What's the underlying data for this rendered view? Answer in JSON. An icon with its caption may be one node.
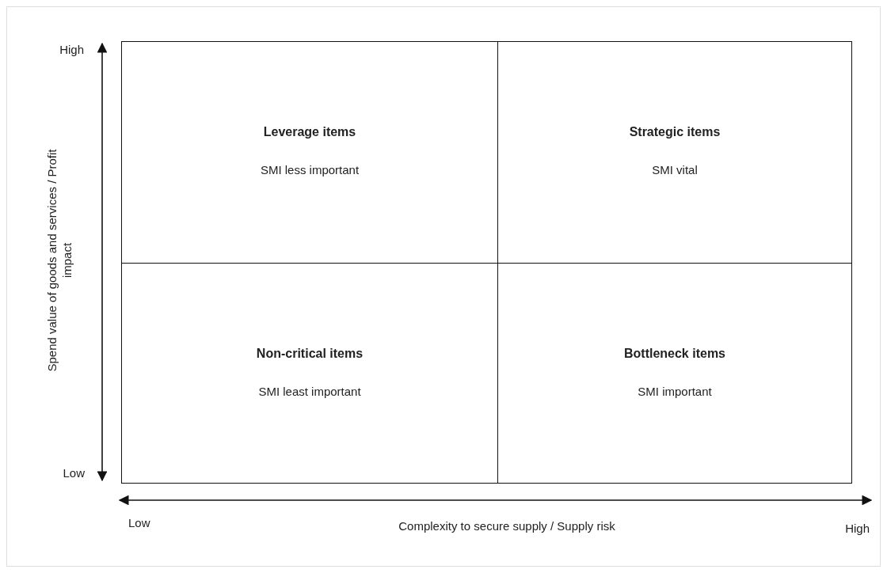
{
  "diagram": {
    "nodes": [
      {
        "text": [
          "Leverage items",
          "SMI less important"
        ]
      },
      {
        "text": [
          "Strategic items",
          "SMI vital"
        ]
      },
      {
        "text": [
          "Non-critical items",
          "SMI least important"
        ]
      },
      {
        "text": [
          "Bottleneck items",
          "SMI important"
        ]
      }
    ],
    "edges": [],
    "labels": [
      "High",
      "Spend value of goods and services / Profit impact",
      "Low",
      "Low",
      "Complexity to secure supply / Supply risk",
      "High"
    ]
  }
}
